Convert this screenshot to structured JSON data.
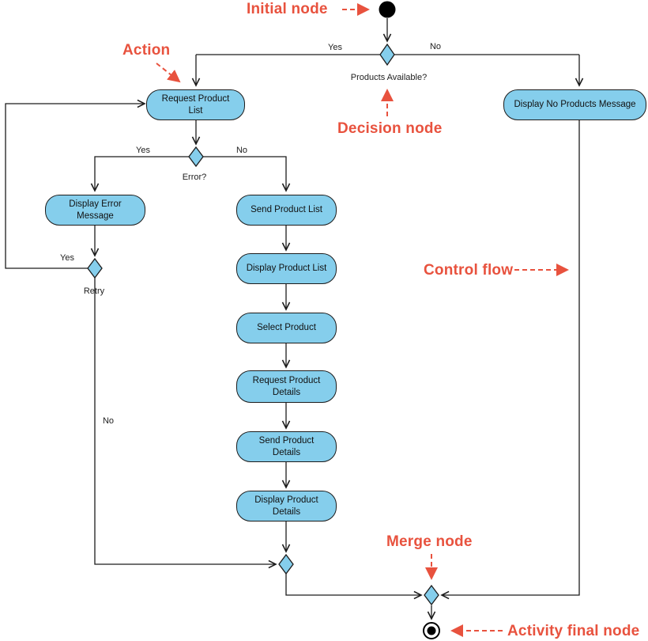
{
  "diagram": {
    "annotations": {
      "initial": "Initial node",
      "action": "Action",
      "decision": "Decision node",
      "control_flow": "Control flow",
      "merge": "Merge node",
      "final": "Activity final node"
    },
    "actions": {
      "request_product_list": "Request Product List",
      "display_no_products": "Display No Products Message",
      "display_error": "Display Error Message",
      "send_product_list": "Send Product List",
      "display_product_list": "Display Product List",
      "select_product": "Select Product",
      "request_product_details": "Request Product Details",
      "send_product_details": "Send Product Details",
      "display_product_details": "Display Product Details"
    },
    "guards": {
      "products_available": "Products Available?",
      "yes_top": "Yes",
      "no_top": "No",
      "error": "Error?",
      "yes_error": "Yes",
      "no_error": "No",
      "retry": "Retry",
      "yes_retry": "Yes",
      "no_retry": "No"
    },
    "colors": {
      "node_fill": "#85CEEC",
      "node_border": "#1c1c1c",
      "line": "#1c1c1c",
      "annotation": "#E8523E"
    }
  }
}
